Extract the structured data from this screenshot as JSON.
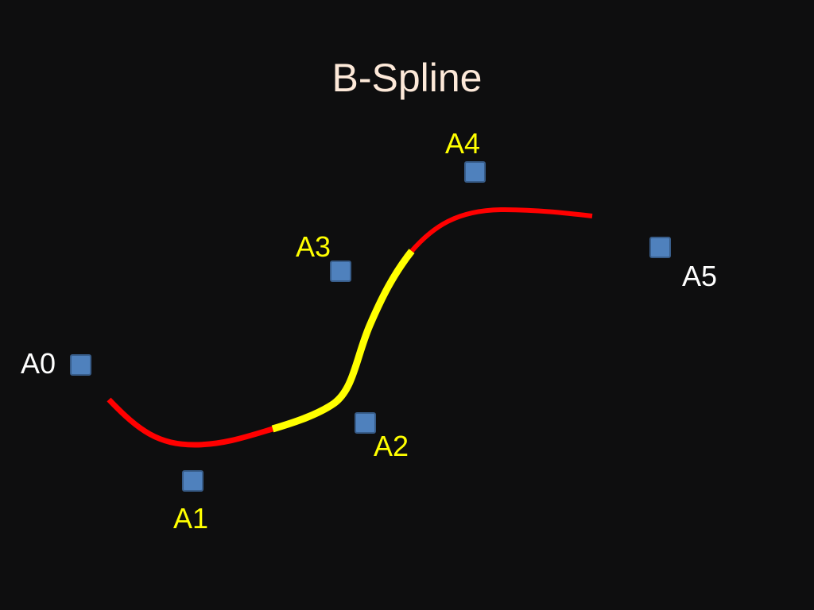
{
  "slide": {
    "title": "B-Spline"
  },
  "colors": {
    "background": "#0e0e0f",
    "title": "#fde9d9",
    "active_label": "#ffff00",
    "inactive_label": "#ffffff",
    "control_point_fill": "#4f81bd",
    "control_point_stroke": "#385d8a",
    "curve_outer_segments": "#ff0000",
    "curve_active_segment": "#ffff00"
  },
  "control_points": [
    {
      "label": "A0",
      "active": false
    },
    {
      "label": "A1",
      "active": true
    },
    {
      "label": "A2",
      "active": true
    },
    {
      "label": "A3",
      "active": true
    },
    {
      "label": "A4",
      "active": true
    },
    {
      "label": "A5",
      "active": false
    }
  ],
  "curve": {
    "segments": [
      {
        "name": "first-segment",
        "highlighted": false
      },
      {
        "name": "middle-segment",
        "highlighted": true
      },
      {
        "name": "last-segment",
        "highlighted": false
      }
    ]
  }
}
